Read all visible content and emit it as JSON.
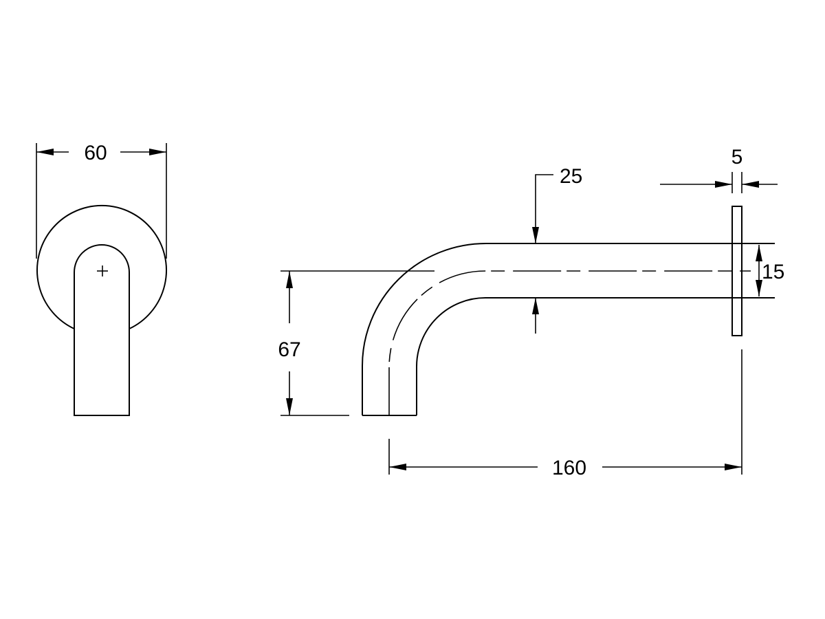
{
  "drawing": {
    "line_color": "#000000",
    "background": "#ffffff",
    "front_view": {
      "width_dimension": "60"
    },
    "side_view": {
      "pipe_diameter_dimension": "25",
      "flange_thickness_dimension": "5",
      "flange_offset_dimension": "15",
      "height_dimension": "67",
      "projection_dimension": "160"
    }
  }
}
